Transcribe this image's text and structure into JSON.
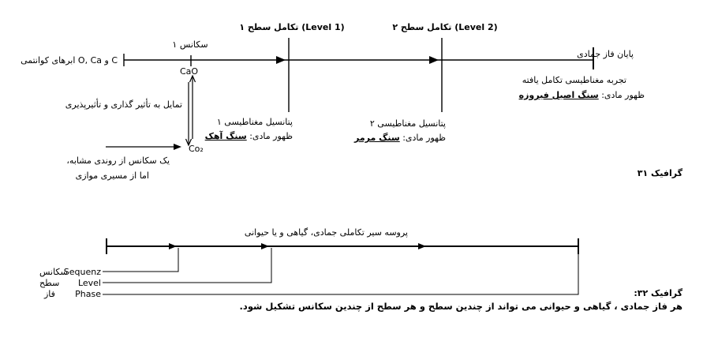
{
  "graphic31": {
    "source_label": "C و O, Ca ابرهای کوانتمی",
    "sequence1": "سکانس ۱",
    "cao": "CaO",
    "co2": "Co₂",
    "level1": "(Level 1) تکامل سطح ۱",
    "level2": "(Level 2) تکامل سطح ۲",
    "end_label": "پایان فاز جمادی",
    "tendency": "تمایل به تأثیر گذاری و تأثیرپذیری",
    "side_seq_line1": "یک سکانس از روندی مشابه،",
    "side_seq_line2": "اما از مسیری موازی",
    "potential1": "پتانسیل مغناطیسی ۱",
    "potential2": "پتانسیل مغناطیسی ۲",
    "appear_prefix": "ظهور مادی:",
    "stone1": "سنگ آهک",
    "stone2": "سنگ مرمر",
    "magnetic_final": "تجربه مغناطیسی تکامل یافته",
    "stone3": "سنگ اصیل فیروزه",
    "caption": "گرافیک ۳۱"
  },
  "graphic32": {
    "process_label": "پروسه سیر تکاملی جمادی، گیاهی و یا حیوانی",
    "legend": [
      {
        "fa": "سکانس",
        "en": "Sequenz"
      },
      {
        "fa": "سطح",
        "en": "Level"
      },
      {
        "fa": "فاز",
        "en": "Phase"
      }
    ],
    "caption": "گرافیک ۳۲:",
    "description": "هر فاز جمادی ، گیاهی و حیوانی می تواند از چندین سطح و هر سطح از چندین سکانس تشکیل شود."
  }
}
